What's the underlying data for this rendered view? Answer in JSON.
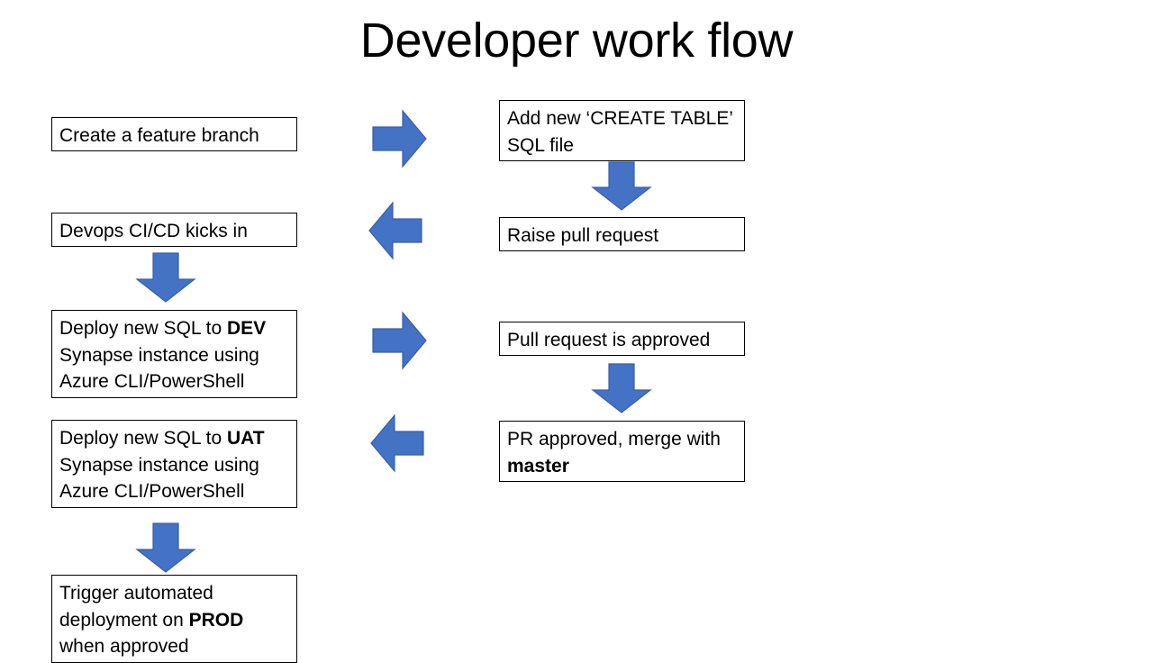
{
  "slide": {
    "title": "Developer work flow",
    "background": "#ffffff",
    "arrow_fill": "#4472C4",
    "arrow_stroke": "#3A5FA8",
    "box_border": "#000000",
    "text_color": "#000000"
  },
  "nodes": {
    "create_branch": {
      "text": "Create a feature branch"
    },
    "devops_cicd": {
      "text": "Devops CI/CD kicks in"
    },
    "deploy_dev": {
      "line1_pre": "Deploy new SQL to ",
      "line1_bold": "DEV",
      "line2": "Synapse instance using",
      "line3": "Azure CLI/PowerShell"
    },
    "deploy_uat": {
      "line1_pre": "Deploy new SQL to ",
      "line1_bold": "UAT",
      "line2": "Synapse instance using",
      "line3": "Azure CLI/PowerShell"
    },
    "trigger_prod": {
      "line1": "Trigger automated",
      "line2_pre": "deployment on ",
      "line2_bold": "PROD",
      "line3": "when approved"
    },
    "add_sql_file": {
      "line1": "Add new ‘CREATE TABLE’",
      "line2": "SQL file"
    },
    "raise_pr": {
      "text": "Raise pull request"
    },
    "pr_approved": {
      "text": "Pull request is approved"
    },
    "pr_merge_master": {
      "line1": "PR approved, merge with ",
      "line2_bold": "master"
    }
  },
  "arrows": [
    {
      "name": "arrow-right-create-to-add",
      "direction": "right"
    },
    {
      "name": "arrow-down-add-to-raise",
      "direction": "down"
    },
    {
      "name": "arrow-left-raise-to-devops",
      "direction": "left"
    },
    {
      "name": "arrow-down-devops-to-dev",
      "direction": "down"
    },
    {
      "name": "arrow-right-dev-to-prapproved",
      "direction": "right"
    },
    {
      "name": "arrow-down-prapproved-to-merge",
      "direction": "down"
    },
    {
      "name": "arrow-left-merge-to-uat",
      "direction": "left"
    },
    {
      "name": "arrow-down-uat-to-prod",
      "direction": "down"
    }
  ]
}
